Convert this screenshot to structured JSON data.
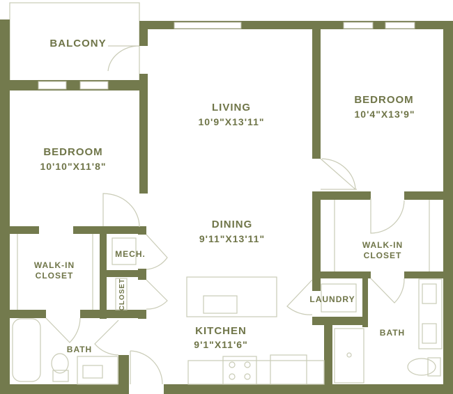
{
  "colors": {
    "wall": "#737a4d",
    "label": "#6f7548",
    "fixture": "#c9cbb6"
  },
  "rooms": {
    "balcony": {
      "name": "BALCONY"
    },
    "living": {
      "name": "LIVING",
      "size": "10'9\"X13'11\""
    },
    "bedroom_right": {
      "name": "BEDROOM",
      "size": "10'4\"X13'9\""
    },
    "bedroom_left": {
      "name": "BEDROOM",
      "size": "10'10\"X11'8\""
    },
    "dining": {
      "name": "DINING",
      "size": "9'11\"X13'11\""
    },
    "mech": {
      "name": "MECH."
    },
    "closet": {
      "name": "CLOSET"
    },
    "walkin_left": {
      "line1": "WALK-IN",
      "line2": "CLOSET"
    },
    "walkin_right": {
      "line1": "WALK-IN",
      "line2": "CLOSET"
    },
    "laundry": {
      "name": "LAUNDRY"
    },
    "kitchen": {
      "name": "KITCHEN",
      "size": "9'1\"X11'6\""
    },
    "bath_left": {
      "name": "BATH"
    },
    "bath_right": {
      "name": "BATH"
    }
  }
}
